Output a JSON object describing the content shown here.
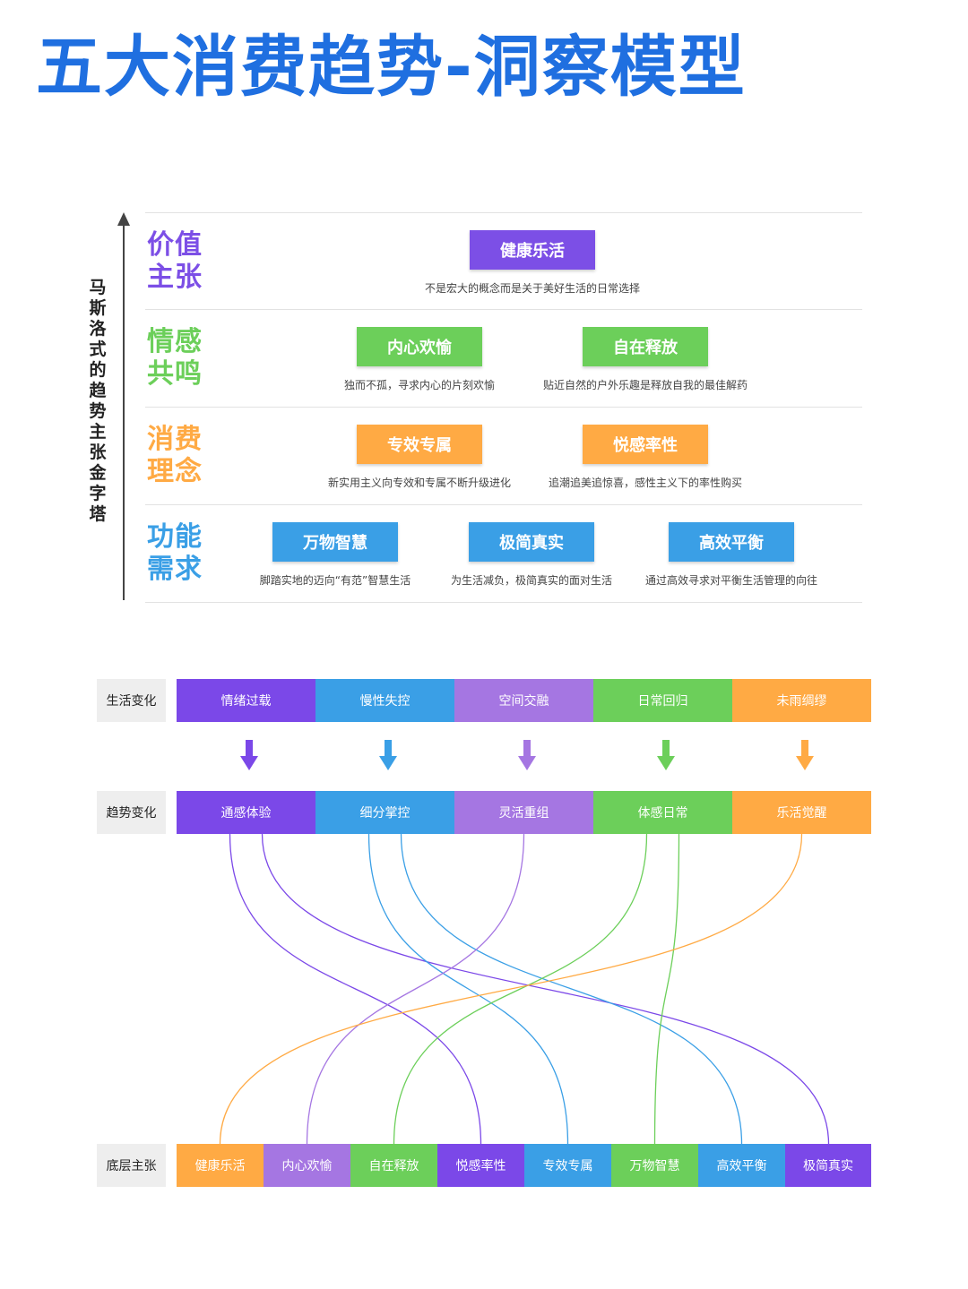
{
  "title": "五大消费趋势-洞察模型",
  "colors": {
    "title_blue": "#1f6fe0",
    "purple": "#7c4fe6",
    "green": "#6ccf5a",
    "orange": "#ffaa44",
    "blue": "#3a9fe6",
    "lavender": "#a576e2",
    "violet": "#7b48e8"
  },
  "pyramid": {
    "axis_label": "马斯洛式的趋势主张金字塔",
    "rows": [
      {
        "label": "价值主张",
        "color": "#7c4fe6",
        "items": [
          {
            "name": "健康乐活",
            "desc": "不是宏大的概念而是关于美好生活的日常选择"
          }
        ]
      },
      {
        "label": "情感共鸣",
        "color": "#6ccf5a",
        "items": [
          {
            "name": "内心欢愉",
            "desc": "独而不孤，寻求内心的片刻欢愉"
          },
          {
            "name": "自在释放",
            "desc": "贴近自然的户外乐趣是释放自我的最佳解药"
          }
        ]
      },
      {
        "label": "消费理念",
        "color": "#ffaa44",
        "items": [
          {
            "name": "专效专属",
            "desc": "新实用主义向专效和专属不断升级进化"
          },
          {
            "name": "悦感率性",
            "desc": "追潮追美追惊喜，感性主义下的率性购买"
          }
        ]
      },
      {
        "label": "功能需求",
        "color": "#3a9fe6",
        "items": [
          {
            "name": "万物智慧",
            "desc": "脚踏实地的迈向“有范”智慧生活"
          },
          {
            "name": "极简真实",
            "desc": "为生活减负，极简真实的面对生活"
          },
          {
            "name": "高效平衡",
            "desc": "通过高效寻求对平衡生活管理的向往"
          }
        ]
      }
    ]
  },
  "flow": {
    "life_label": "生活变化",
    "life": [
      {
        "name": "情绪过载",
        "color": "#7b48e8"
      },
      {
        "name": "慢性失控",
        "color": "#3a9fe6"
      },
      {
        "name": "空间交融",
        "color": "#a576e2"
      },
      {
        "name": "日常回归",
        "color": "#6ccf5a"
      },
      {
        "name": "未雨绸缪",
        "color": "#ffaa44"
      }
    ],
    "trend_label": "趋势变化",
    "trend": [
      {
        "name": "通感体验",
        "color": "#7b48e8"
      },
      {
        "name": "细分掌控",
        "color": "#3a9fe6"
      },
      {
        "name": "灵活重组",
        "color": "#a576e2"
      },
      {
        "name": "体感日常",
        "color": "#6ccf5a"
      },
      {
        "name": "乐活觉醒",
        "color": "#ffaa44"
      }
    ],
    "base_label": "底层主张",
    "base": [
      {
        "name": "健康乐活",
        "color": "#ffaa44"
      },
      {
        "name": "内心欢愉",
        "color": "#a576e2"
      },
      {
        "name": "自在释放",
        "color": "#6ccf5a"
      },
      {
        "name": "悦感率性",
        "color": "#7b48e8"
      },
      {
        "name": "专效专属",
        "color": "#3a9fe6"
      },
      {
        "name": "万物智慧",
        "color": "#6ccf5a"
      },
      {
        "name": "高效平衡",
        "color": "#3a9fe6"
      },
      {
        "name": "极简真实",
        "color": "#7b48e8"
      }
    ],
    "links": [
      {
        "from": 0,
        "to": 3
      },
      {
        "from": 0,
        "to": 7
      },
      {
        "from": 1,
        "to": 4
      },
      {
        "from": 1,
        "to": 6
      },
      {
        "from": 2,
        "to": 1
      },
      {
        "from": 3,
        "to": 2
      },
      {
        "from": 3,
        "to": 5
      },
      {
        "from": 4,
        "to": 0
      }
    ]
  }
}
